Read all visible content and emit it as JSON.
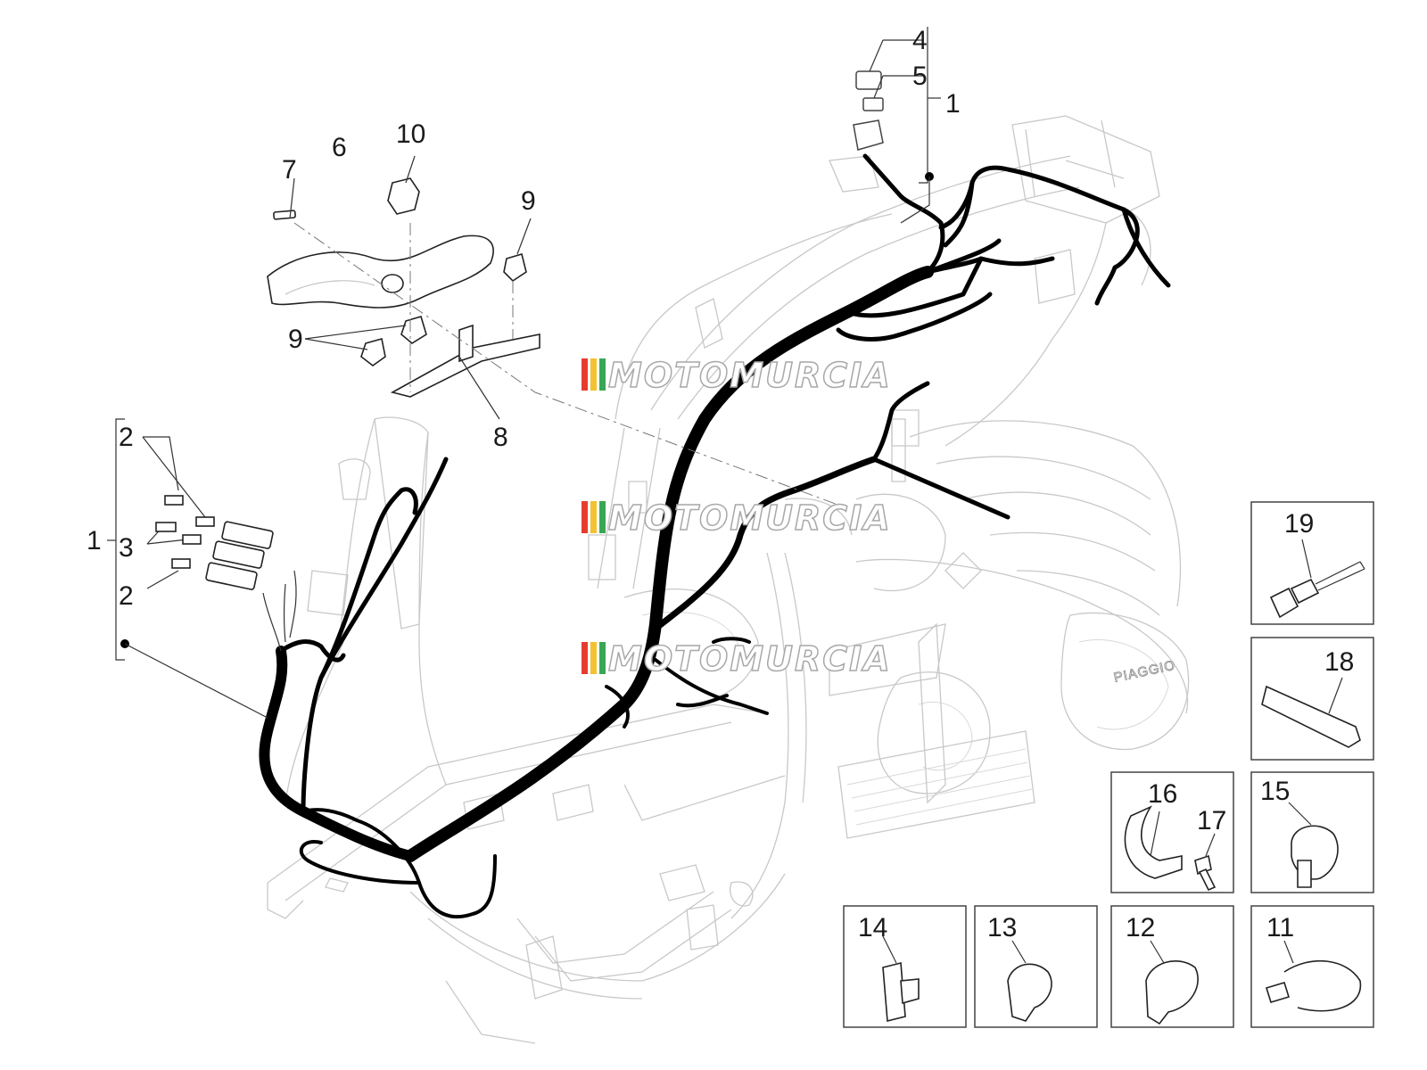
{
  "watermark": {
    "text": "MOTOMURCIA",
    "stripe_colors": [
      "#e63c2f",
      "#f2c230",
      "#3aa655"
    ]
  },
  "callouts": {
    "c1_top": "1",
    "c4": "4",
    "c5": "5",
    "c6": "6",
    "c7": "7",
    "c8": "8",
    "c9_upper": "9",
    "c9_lower": "9",
    "c10": "10",
    "c1_left": "1",
    "c2_upper": "2",
    "c2_lower": "2",
    "c3": "3",
    "c11": "11",
    "c12": "12",
    "c13": "13",
    "c14": "14",
    "c15": "15",
    "c16": "16",
    "c17": "17",
    "c18": "18",
    "c19": "19"
  },
  "engine_brand": "PIAGGIO",
  "colors": {
    "harness": "#000000",
    "frame_line": "#c8c8c8",
    "box_border": "#444444"
  }
}
